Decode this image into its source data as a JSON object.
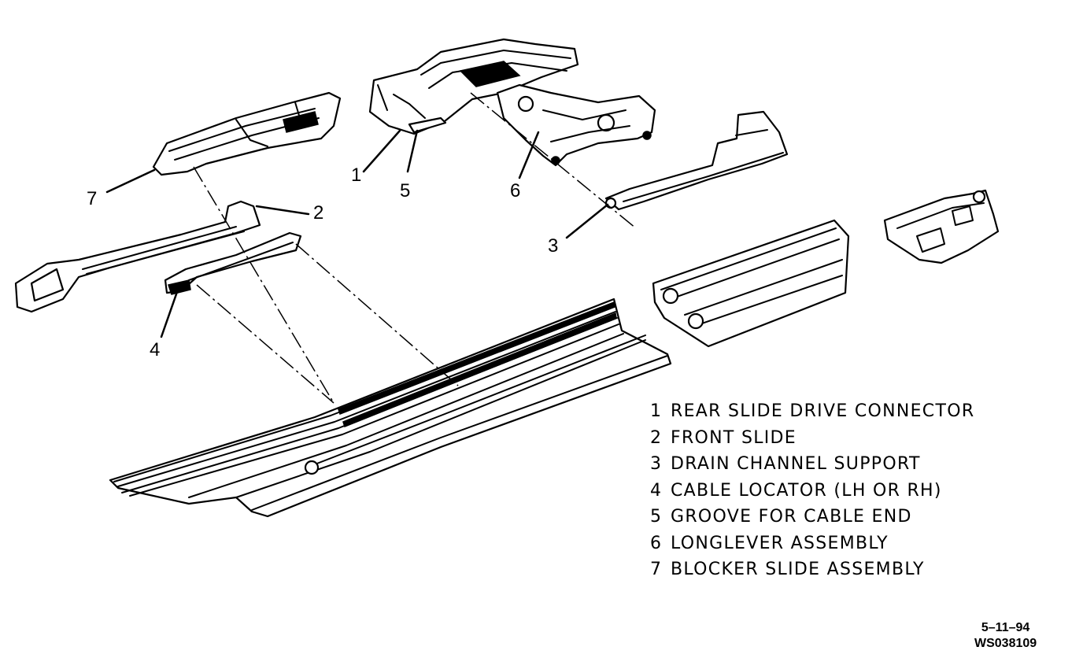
{
  "callouts": [
    "1",
    "2",
    "3",
    "4",
    "5",
    "6",
    "7"
  ],
  "legend": [
    {
      "num": "1",
      "label": "REAR SLIDE DRIVE CONNECTOR"
    },
    {
      "num": "2",
      "label": "FRONT SLIDE"
    },
    {
      "num": "3",
      "label": "DRAIN CHANNEL SUPPORT"
    },
    {
      "num": "4",
      "label": "CABLE LOCATOR (LH OR RH)"
    },
    {
      "num": "5",
      "label": "GROOVE FOR CABLE END"
    },
    {
      "num": "6",
      "label": "LONGLEVER ASSEMBLY"
    },
    {
      "num": "7",
      "label": "BLOCKER SLIDE ASSEMBLY"
    }
  ],
  "stamp": {
    "date": "5–11–94",
    "code": "WS038109"
  }
}
